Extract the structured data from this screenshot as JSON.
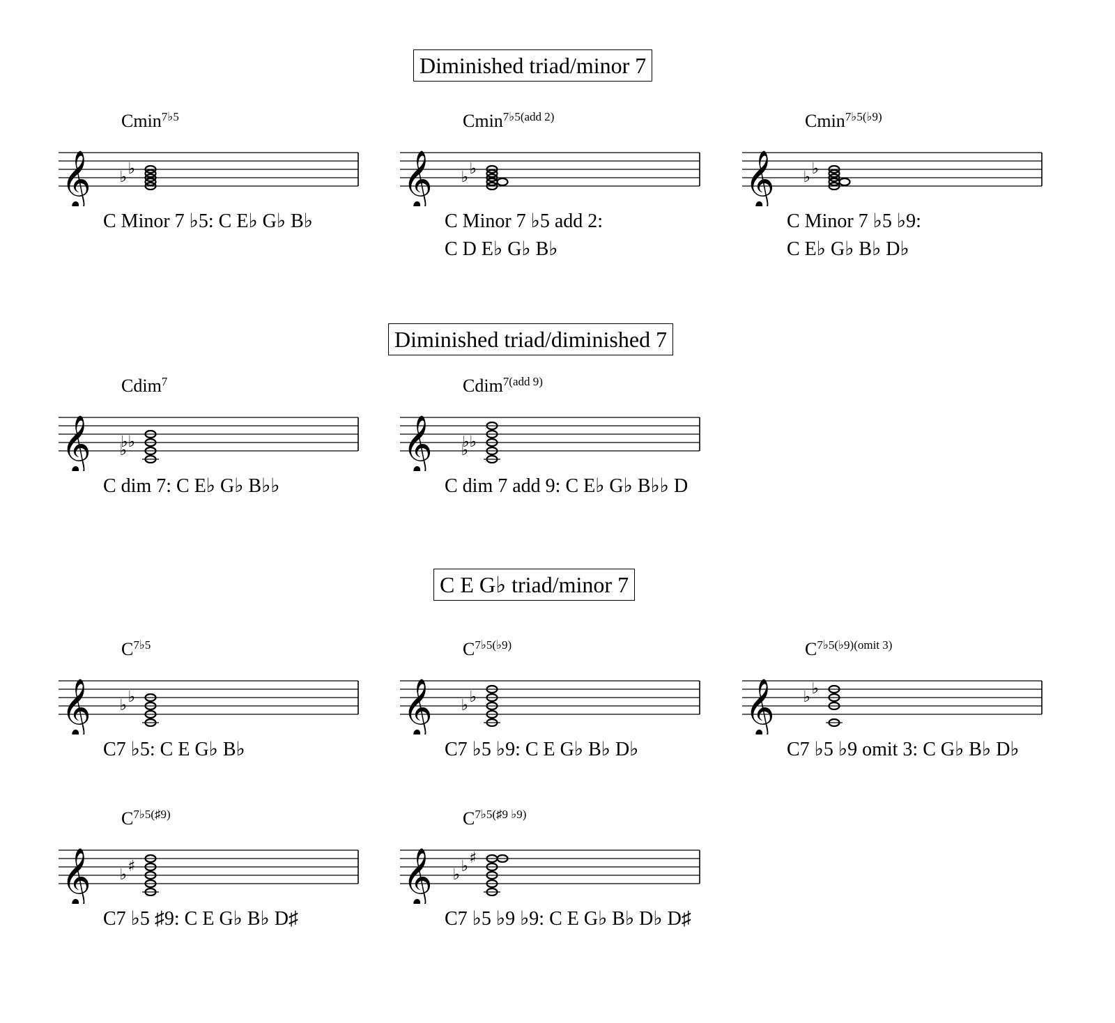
{
  "sections": [
    {
      "title": "Diminished triad/minor 7",
      "chords": [
        {
          "symbol_root": "Cmin",
          "symbol_sup": "7♭5",
          "description": [
            "C Minor 7 ♭5: C E♭ G♭ B♭"
          ]
        },
        {
          "symbol_root": "Cmin",
          "symbol_sup": "7♭5(add 2)",
          "description": [
            "C Minor 7 ♭5 add 2:",
            "C D E♭ G♭ B♭"
          ]
        },
        {
          "symbol_root": "Cmin",
          "symbol_sup": "7♭5(♭9)",
          "description": [
            "C Minor 7 ♭5 ♭9:",
            "C E♭ G♭ B♭ D♭"
          ]
        }
      ]
    },
    {
      "title": "Diminished triad/diminished 7",
      "chords": [
        {
          "symbol_root": "Cdim",
          "symbol_sup": "7",
          "description": [
            "C dim 7: C E♭ G♭ B♭♭"
          ]
        },
        {
          "symbol_root": "Cdim",
          "symbol_sup": "7(add 9)",
          "description": [
            "C dim 7 add 9: C E♭ G♭ B♭♭ D"
          ]
        }
      ]
    },
    {
      "title": "C E G♭ triad/minor 7",
      "chords": [
        {
          "symbol_root": "C",
          "symbol_sup": "7♭5",
          "description": [
            "C7 ♭5: C E G♭ B♭"
          ]
        },
        {
          "symbol_root": "C",
          "symbol_sup": "7♭5(♭9)",
          "description": [
            "C7 ♭5 ♭9: C E G♭ B♭ D♭"
          ]
        },
        {
          "symbol_root": "C",
          "symbol_sup": "7♭5(♭9)(omit 3)",
          "description": [
            "C7 ♭5 ♭9 omit 3: C G♭ B♭ D♭"
          ]
        },
        {
          "symbol_root": "C",
          "symbol_sup": "7♭5(♯9)",
          "description": [
            "C7 ♭5 ♯9: C E G♭ B♭ D♯"
          ]
        },
        {
          "symbol_root": "C",
          "symbol_sup": "7♭5(♯9 ♭9)",
          "description": [
            "C7 ♭5 ♭9 ♭9: C E G♭ B♭ D♭ D♯"
          ]
        }
      ]
    }
  ]
}
